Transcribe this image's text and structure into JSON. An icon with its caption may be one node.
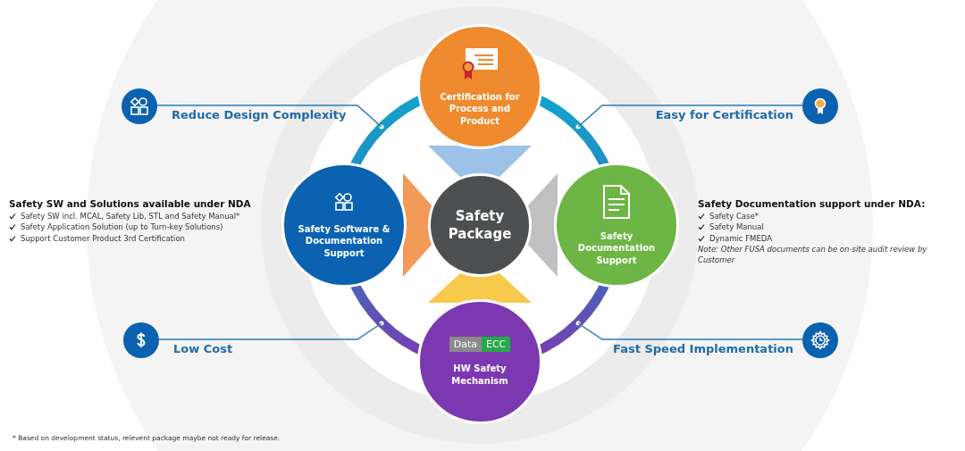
{
  "diagram": {
    "nodes": [
      {
        "text": [
          "Safety Package"
        ]
      },
      {
        "text": [
          "Certification for Process and Product"
        ]
      },
      {
        "text": [
          "Safety Software & Documentation Support"
        ]
      },
      {
        "text": [
          "Safety Documentation Support"
        ]
      },
      {
        "text": [
          "Data",
          "ECC",
          "HW Safety Mechanism"
        ]
      },
      {
        "text": [
          "Reduce Design Complexity"
        ]
      },
      {
        "text": [
          "Easy for Certification"
        ]
      },
      {
        "text": [
          "Low Cost"
        ]
      },
      {
        "text": [
          "Fast Speed Implementation"
        ]
      }
    ],
    "edges": [
      {
        "from": 1,
        "to": 0,
        "arrow": "none",
        "style": "thick",
        "color": "#8bb8e3"
      },
      {
        "from": 2,
        "to": 0,
        "arrow": "none",
        "style": "thick",
        "color": "#f0883a"
      },
      {
        "from": 3,
        "to": 0,
        "arrow": "none",
        "style": "thick",
        "color": "#b5b5b5"
      },
      {
        "from": 4,
        "to": 0,
        "arrow": "none",
        "style": "thick",
        "color": "#f6c12c"
      },
      {
        "from": 5,
        "to": null,
        "arrow": "none"
      },
      {
        "from": 6,
        "to": null,
        "arrow": "none"
      },
      {
        "from": 7,
        "to": null,
        "arrow": "none"
      },
      {
        "from": 8,
        "to": null,
        "arrow": "none"
      }
    ],
    "labels": [
      "Safety SW and Solutions available under NDA",
      "Safety SW incl. MCAL, Safety Lib, STL and Safety Manual*",
      "Safety Application Solution (up to Turn-key Solutions)",
      "Support Customer Product 3rd Certification",
      "Safety Documentation support under NDA:",
      "Safety Case*",
      "Safety Manual",
      "Dynamic FMEDA",
      "Note: Other FUSA documents can be on-site audit review by Customer",
      "* Based on development status, relevent package maybe not ready for release."
    ]
  }
}
